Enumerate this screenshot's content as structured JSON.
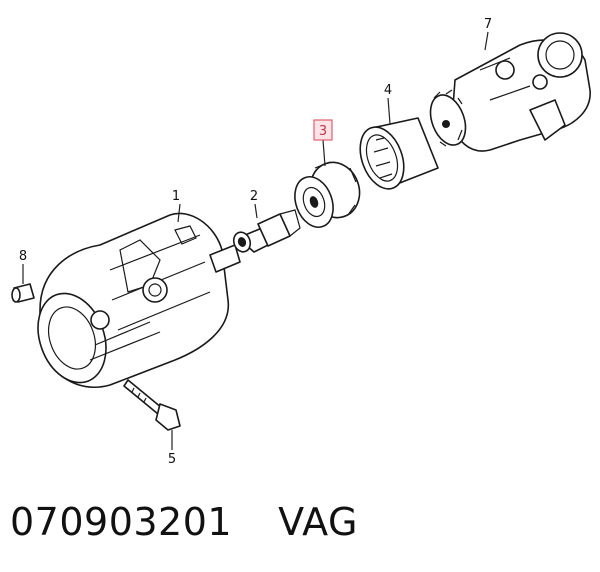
{
  "callouts": {
    "c1": "1",
    "c2": "2",
    "c3": "3",
    "c4": "4",
    "c5": "5",
    "c7": "7",
    "c8": "8"
  },
  "highlight_color": "#e06070",
  "caption": {
    "part_number": "070903201",
    "brand": "VAG"
  }
}
